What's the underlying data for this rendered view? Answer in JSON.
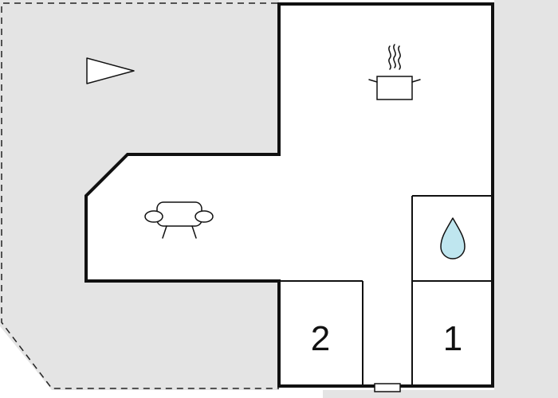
{
  "floorplan": {
    "colors": {
      "background": "#ffffff",
      "terrace": "#e4e4e4",
      "interior": "#ffffff",
      "wall": "#111111",
      "water": "#bfe6ef"
    },
    "rooms": [
      {
        "id": "kitchen",
        "icon": "cooking-pot-icon"
      },
      {
        "id": "living-room",
        "icon": "armchair-icon"
      },
      {
        "id": "bathroom",
        "icon": "water-drop-icon"
      },
      {
        "id": "bedroom-1",
        "label": "1"
      },
      {
        "id": "bedroom-2",
        "label": "2"
      }
    ],
    "north_arrow_icon": "north-arrow-icon",
    "entrance": "entrance-door"
  }
}
